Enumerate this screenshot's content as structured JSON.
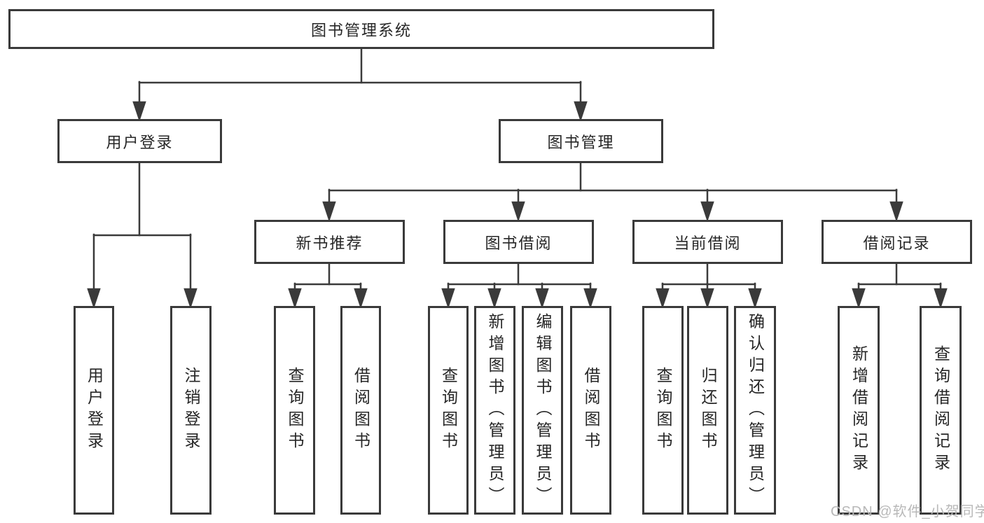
{
  "title": "图书管理系统",
  "level2": {
    "user_login": "用户登录",
    "book_mgmt": "图书管理"
  },
  "level3": {
    "new_books": "新书推荐",
    "book_borrow": "图书借阅",
    "current_borrow": "当前借阅",
    "borrow_records": "借阅记录"
  },
  "leaves": {
    "user_login": "用户登录",
    "logout": "注销登录",
    "nb_query": "查询图书",
    "nb_borrow": "借阅图书",
    "bb_query": "查询图书",
    "bb_add": "新增图书（管理员）",
    "bb_edit": "编辑图书（管理员）",
    "bb_borrow": "借阅图书",
    "cb_query": "查询图书",
    "cb_return": "归还图书",
    "cb_confirm": "确认归还（管理员）",
    "br_add": "新增借阅记录",
    "br_query": "查询借阅记录"
  },
  "watermark": "CSDN @软件_小贺同学",
  "colors": {
    "line": "#3a3a3a",
    "border": "#3a3a3a",
    "text": "#262626",
    "watermark": "#b8b8b8",
    "background": "#ffffff"
  }
}
